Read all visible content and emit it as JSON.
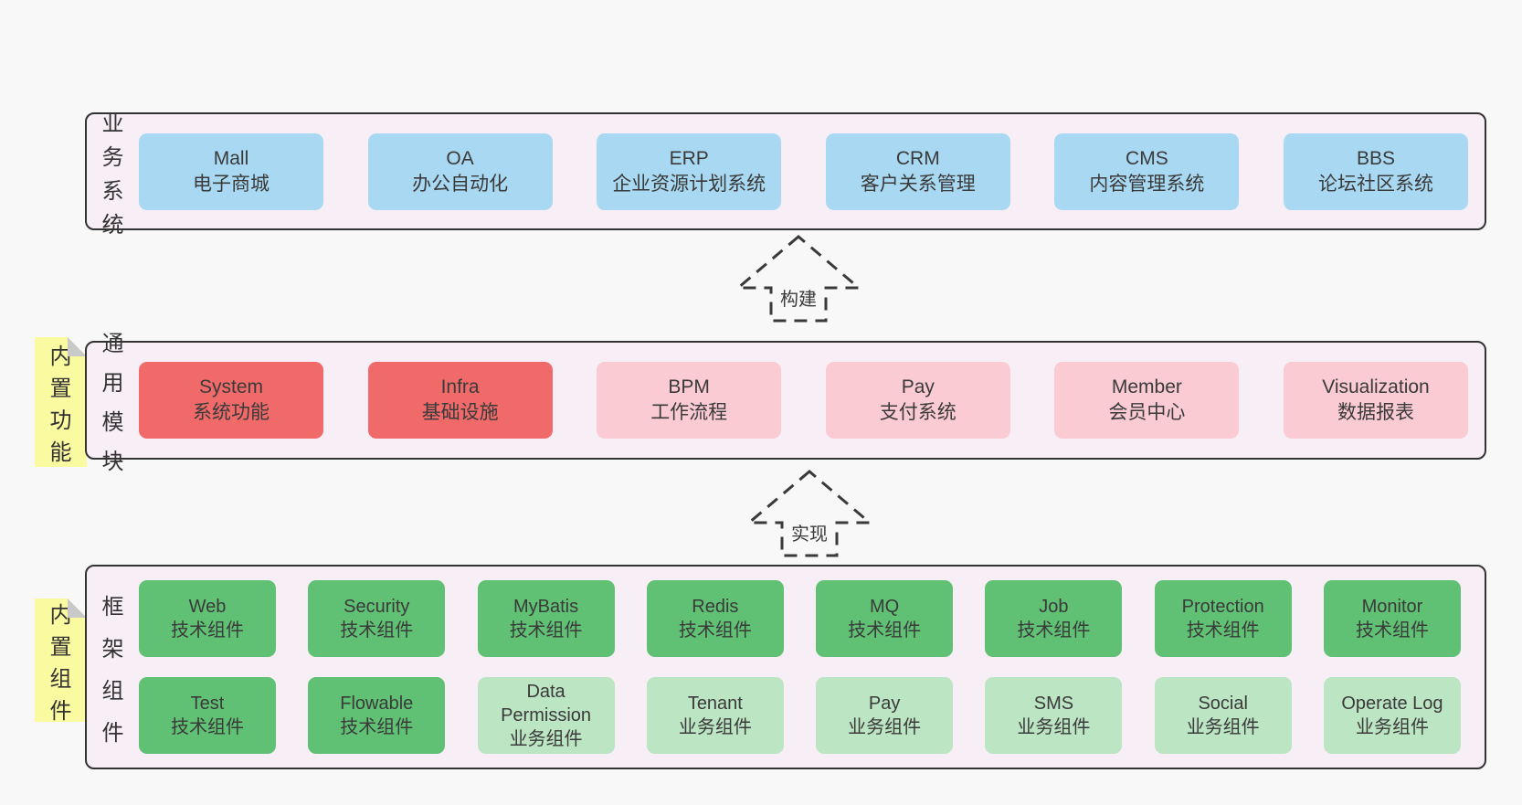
{
  "diagram": {
    "background": "#f8f8f8",
    "palette": {
      "blue": "#a9d9f2",
      "red": "#f06a6a",
      "pink": "#fbcbd4",
      "green": "#60c174",
      "lightGreen": "#bce5c3",
      "bandFill": "#f8eef6",
      "bandBorder": "#333333",
      "stickyYellow": "#fafaa0",
      "stickyFold": "#c9c9c9",
      "text": "#3a3a3a"
    },
    "bands": [
      {
        "id": "business-systems",
        "label": "业务系统",
        "sticky": null,
        "rows": [
          [
            {
              "title": "Mall",
              "subtitle": "电子商城",
              "color": "blue"
            },
            {
              "title": "OA",
              "subtitle": "办公自动化",
              "color": "blue"
            },
            {
              "title": "ERP",
              "subtitle": "企业资源计划系统",
              "color": "blue"
            },
            {
              "title": "CRM",
              "subtitle": "客户关系管理",
              "color": "blue"
            },
            {
              "title": "CMS",
              "subtitle": "内容管理系统",
              "color": "blue"
            },
            {
              "title": "BBS",
              "subtitle": "论坛社区系统",
              "color": "blue"
            }
          ]
        ]
      },
      {
        "id": "common-modules",
        "label": "通用模块",
        "sticky": "内置功能",
        "rows": [
          [
            {
              "title": "System",
              "subtitle": "系统功能",
              "color": "red"
            },
            {
              "title": "Infra",
              "subtitle": "基础设施",
              "color": "red"
            },
            {
              "title": "BPM",
              "subtitle": "工作流程",
              "color": "pink"
            },
            {
              "title": "Pay",
              "subtitle": "支付系统",
              "color": "pink"
            },
            {
              "title": "Member",
              "subtitle": "会员中心",
              "color": "pink"
            },
            {
              "title": "Visualization",
              "subtitle": "数据报表",
              "color": "pink"
            }
          ]
        ]
      },
      {
        "id": "framework-components",
        "label": "框架组件",
        "sticky": "内置组件",
        "rows": [
          [
            {
              "title": "Web",
              "subtitle": "技术组件",
              "color": "green"
            },
            {
              "title": "Security",
              "subtitle": "技术组件",
              "color": "green"
            },
            {
              "title": "MyBatis",
              "subtitle": "技术组件",
              "color": "green"
            },
            {
              "title": "Redis",
              "subtitle": "技术组件",
              "color": "green"
            },
            {
              "title": "MQ",
              "subtitle": "技术组件",
              "color": "green"
            },
            {
              "title": "Job",
              "subtitle": "技术组件",
              "color": "green"
            },
            {
              "title": "Protection",
              "subtitle": "技术组件",
              "color": "green"
            },
            {
              "title": "Monitor",
              "subtitle": "技术组件",
              "color": "green"
            }
          ],
          [
            {
              "title": "Test",
              "subtitle": "技术组件",
              "color": "green"
            },
            {
              "title": "Flowable",
              "subtitle": "技术组件",
              "color": "green"
            },
            {
              "title": "Data Permission",
              "subtitle": "业务组件",
              "color": "lightGreen"
            },
            {
              "title": "Tenant",
              "subtitle": "业务组件",
              "color": "lightGreen"
            },
            {
              "title": "Pay",
              "subtitle": "业务组件",
              "color": "lightGreen"
            },
            {
              "title": "SMS",
              "subtitle": "业务组件",
              "color": "lightGreen"
            },
            {
              "title": "Social",
              "subtitle": "业务组件",
              "color": "lightGreen"
            },
            {
              "title": "Operate Log",
              "subtitle": "业务组件",
              "color": "lightGreen"
            }
          ]
        ]
      }
    ],
    "arrows": [
      {
        "id": "build",
        "label": "构建"
      },
      {
        "id": "implement",
        "label": "实现"
      }
    ]
  }
}
